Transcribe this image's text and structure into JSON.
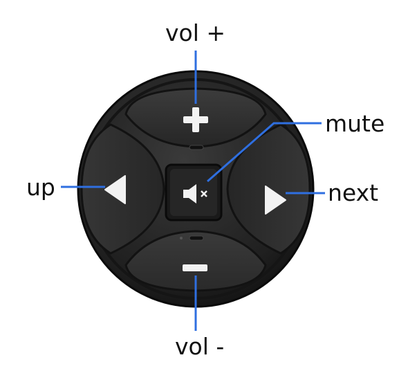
{
  "labels": {
    "vol_up": "vol +",
    "mute": "mute",
    "up": "up",
    "next": "next",
    "vol_down": "vol -"
  },
  "colors": {
    "leader_line": "#2f6fe0",
    "body": "#1e1e1e",
    "button": "#2c2c2c",
    "glyph": "#f2f2f2"
  },
  "icons": {
    "plus": "plus-icon",
    "minus": "minus-icon",
    "mute": "speaker-mute-icon",
    "left": "triangle-left-icon",
    "right": "triangle-right-icon"
  }
}
